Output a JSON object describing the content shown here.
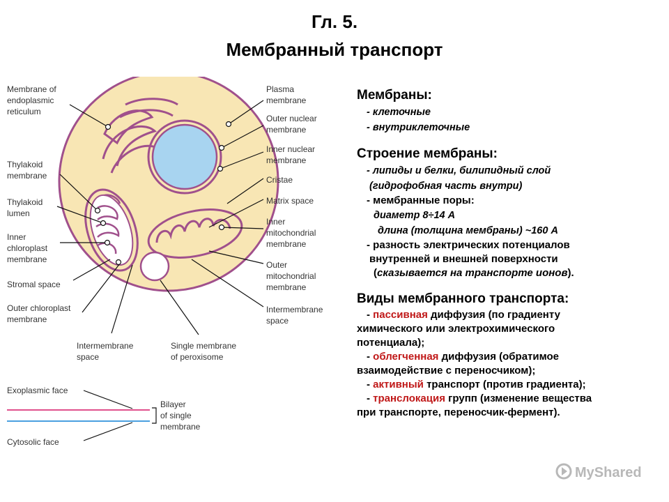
{
  "header": {
    "chapter": "Гл. 5.",
    "title": "Мембранный транспорт"
  },
  "labels_left": {
    "er": [
      "Membrane of",
      "endoplasmic",
      "reticulum"
    ],
    "thylakoid_membrane": [
      "Thylakoid",
      "membrane"
    ],
    "thylakoid_lumen": [
      "Thylakoid",
      "lumen"
    ],
    "inner_chloroplast": [
      "Inner",
      "chloroplast",
      "membrane"
    ],
    "stromal": [
      "Stromal space"
    ],
    "outer_chloroplast": [
      "Outer chloroplast",
      "membrane"
    ],
    "intermembrane_bottom": [
      "Intermembrane",
      "space"
    ],
    "peroxisome": [
      "Single membrane",
      "of peroxisome"
    ]
  },
  "labels_right": {
    "plasma": [
      "Plasma",
      "membrane"
    ],
    "outer_nuclear": [
      "Outer nuclear",
      "membrane"
    ],
    "inner_nuclear": [
      "Inner nuclear",
      "membrane"
    ],
    "cristae": [
      "Cristae"
    ],
    "matrix": [
      "Matrix space"
    ],
    "inner_mito": [
      "Inner",
      "mitochondrial",
      "membrane"
    ],
    "outer_mito": [
      "Outer",
      "mitochondrial",
      "membrane"
    ],
    "intermembrane_right": [
      "Intermembrane",
      "space"
    ]
  },
  "bilayer": {
    "exoplasmic": "Exoplasmic face",
    "cytosolic": "Cytosolic face",
    "bilayer": [
      "Bilayer",
      "of single",
      "membrane"
    ]
  },
  "text": {
    "h1": "Мембраны:",
    "l1": "- клеточные",
    "l2": "- внутриклеточные",
    "h2": "Строение мембраны:",
    "l3": "- липиды и белки, билипидный слой",
    "l4": "(гидрофобная часть внутри)",
    "l5": "- мембранные поры:",
    "l6": "диаметр 8÷14 А",
    "l7": "длина (толщина мембраны) ~160 А",
    "l8": "- разность электрических потенциалов",
    "l9": "внутренней и внешней поверхности",
    "l10a": "(",
    "l10b": "сказывается на транспорте ионов",
    "l10c": ").",
    "h3": "Виды мембранного транспорта:",
    "p1_dash": "- ",
    "p1_red": "пассивная",
    "p1_rest": " диффузия (по градиенту",
    "p1_l2": "химического или электрохимического",
    "p1_l3": "потенциала);",
    "p2_dash": "- ",
    "p2_red": "облегченная",
    "p2_rest": " диффузия (обратимое",
    "p2_l2": "взаимодействие с переносчиком);",
    "p3_dash": "- ",
    "p3_red": "активный",
    "p3_rest": " транспорт (против градиента);",
    "p4_dash": "- ",
    "p4_red": "транслокация",
    "p4_rest": " групп (изменение вещества",
    "p4_l2": "при транспорте, переносчик-фермент)."
  },
  "logo": {
    "text": "MyShared"
  },
  "colors": {
    "cytoplasm": "#f8e6b4",
    "membrane": "#a0508c",
    "nucleus": "#a8d4f0",
    "accent_red": "#c01818"
  }
}
